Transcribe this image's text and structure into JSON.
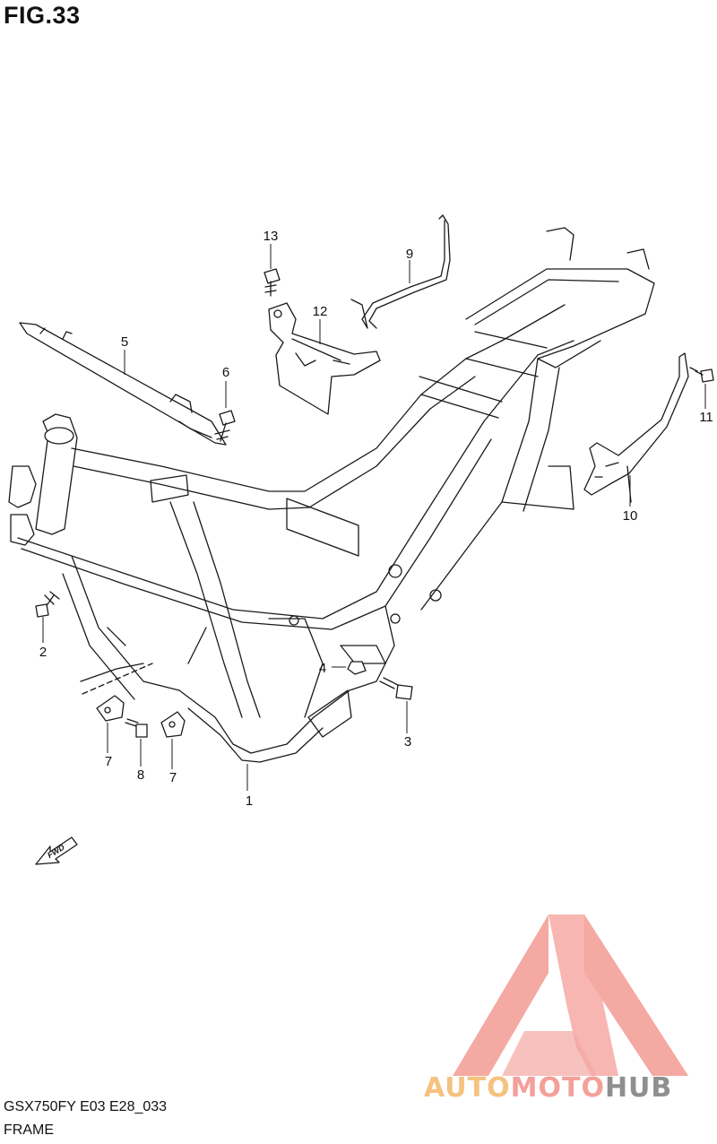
{
  "figure": {
    "title": "FIG.33",
    "model_code": "GSX750FY E03 E28_033",
    "section_name": "FRAME"
  },
  "callouts": [
    {
      "id": "1",
      "label": "1"
    },
    {
      "id": "2",
      "label": "2"
    },
    {
      "id": "3",
      "label": "3"
    },
    {
      "id": "4",
      "label": "4"
    },
    {
      "id": "5",
      "label": "5"
    },
    {
      "id": "6",
      "label": "6"
    },
    {
      "id": "7a",
      "label": "7"
    },
    {
      "id": "7b",
      "label": "7"
    },
    {
      "id": "8",
      "label": "8"
    },
    {
      "id": "9",
      "label": "9"
    },
    {
      "id": "10",
      "label": "10"
    },
    {
      "id": "11",
      "label": "11"
    },
    {
      "id": "12",
      "label": "12"
    },
    {
      "id": "13",
      "label": "13"
    }
  ],
  "direction_marker": {
    "label": "FWD"
  },
  "watermark": {
    "part1": "AUTO",
    "part2": "MOTO",
    "part3": "HUB",
    "colors": {
      "auto": "#f5c280",
      "moto": "#f4a09a",
      "hub": "#8f8f8f",
      "logo": "#f4a09a"
    }
  }
}
